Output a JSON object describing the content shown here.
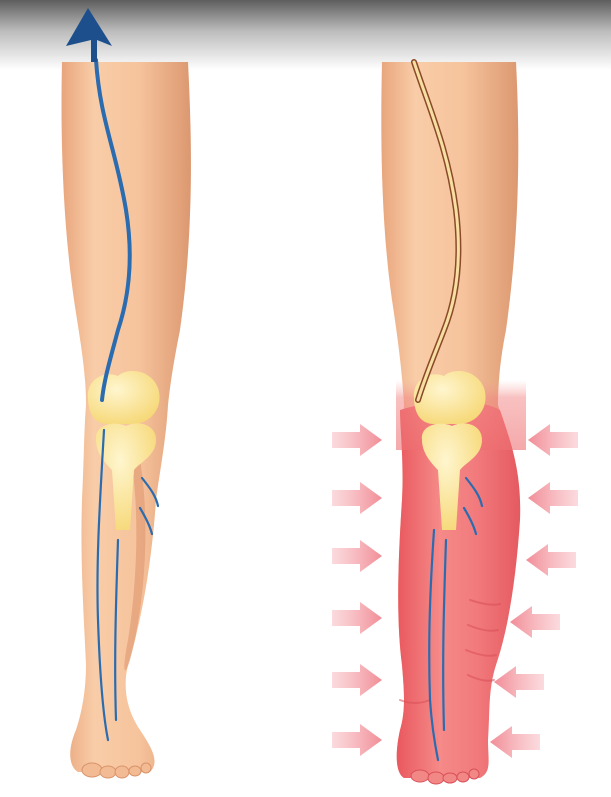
{
  "illustration": {
    "panels": [
      {
        "id": "healthy-leg",
        "skin": "normal",
        "vein_flow": "upward",
        "compression_arrows": 0
      },
      {
        "id": "affected-leg",
        "skin": "inflamed",
        "vein_flow": "blocked",
        "compression_arrows": 12
      }
    ],
    "colors": {
      "skin_light": "#f8cda8",
      "skin_mid": "#f2b58c",
      "skin_shadow": "#d9936b",
      "inflamed": "#ef6f72",
      "inflamed_light": "#f7a39c",
      "bone": "#fbe6a0",
      "bone_light": "#fff4c8",
      "vein_blue": "#2b6cb0",
      "vein_dark": "#1c4f8c",
      "clot_vessel": "#8a4a2a",
      "clot_inner": "#f6dfa0",
      "arrow_pink": "#f4a0a8",
      "top_band": "#6a6a6a"
    }
  }
}
